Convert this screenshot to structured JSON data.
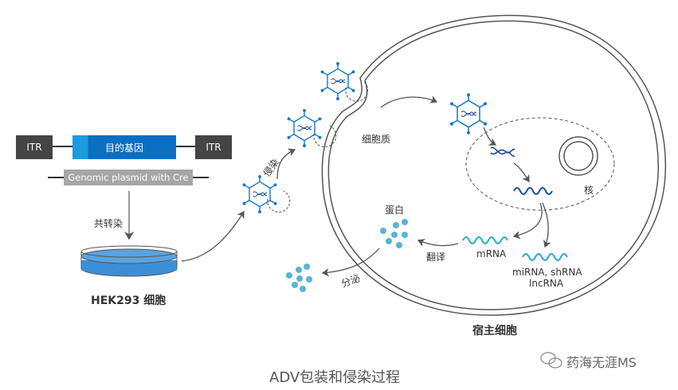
{
  "construct": {
    "itr_left": "ITR",
    "gene": "目的基因",
    "itr_right": "ITR",
    "plasmid": "Genomic plasmid with Cre"
  },
  "labels": {
    "cotransfection": "共转染",
    "hek293": "HEK293 细胞",
    "infection": "侵染",
    "cytoplasm": "细胞质",
    "nucleus": "核",
    "protein": "蛋白",
    "translation": "翻译",
    "mrna": "mRNA",
    "small_rna_1": "miRNA, shRNA",
    "small_rna_2": "lncRNA",
    "secretion": "分泌",
    "host_cell": "宿主细胞"
  },
  "caption": "ADV包装和侵染过程",
  "watermark": "药海无涯MS",
  "colors": {
    "itr": "#444444",
    "gene": "#0a6fc2",
    "gene_light": "#1a9be0",
    "plasmid": "#a6a6a6",
    "virus": "#1a7ac8",
    "protein": "#5ab4d6",
    "mrna": "#2ab0b8",
    "small_rna": "#27a7d8",
    "dna_rna": "#1f4e9c"
  }
}
